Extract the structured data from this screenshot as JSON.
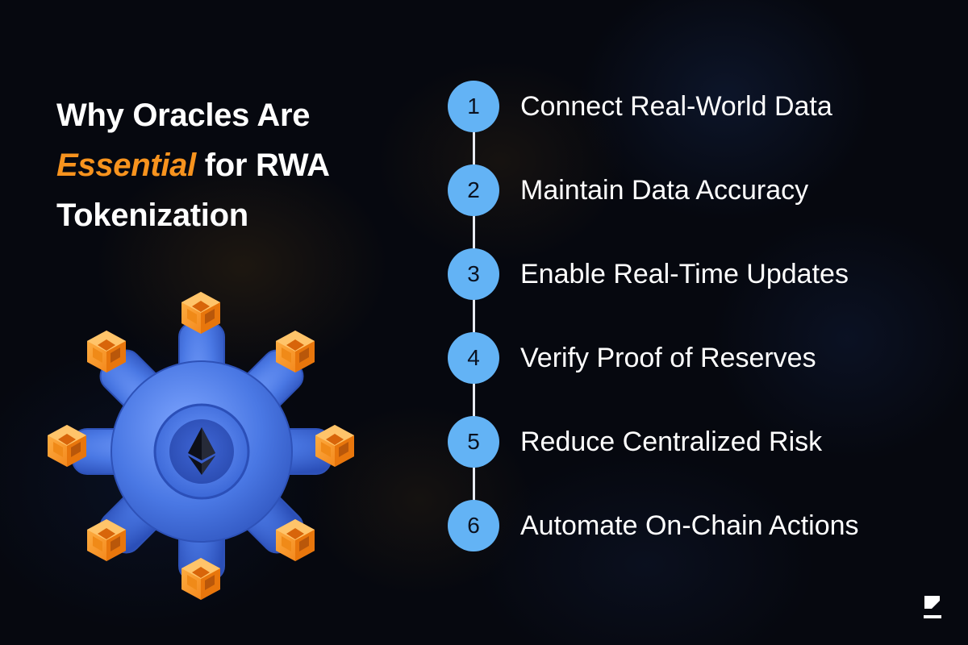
{
  "title": {
    "line1": "Why Oracles Are",
    "accent_word": "Essential",
    "line2_rest": " for RWA",
    "line3": "Tokenization"
  },
  "steps": [
    {
      "number": "1",
      "label": "Connect Real-World Data"
    },
    {
      "number": "2",
      "label": "Maintain Data Accuracy"
    },
    {
      "number": "3",
      "label": "Enable Real-Time Updates"
    },
    {
      "number": "4",
      "label": "Verify Proof of Reserves"
    },
    {
      "number": "5",
      "label": "Reduce Centralized Risk"
    },
    {
      "number": "6",
      "label": "Automate On-Chain Actions"
    }
  ],
  "illustration": {
    "center_icon": "ethereum-icon",
    "gear_icon": "gear-icon",
    "block_icon": "cube-block-icon",
    "block_count": 8
  },
  "brand": {
    "logo_icon": "z-logo-icon"
  },
  "colors": {
    "background": "#06080f",
    "accent": "#f7931e",
    "step_circle": "#63b3f5",
    "gear": "#4f7fe6",
    "block": "#f7941d"
  }
}
